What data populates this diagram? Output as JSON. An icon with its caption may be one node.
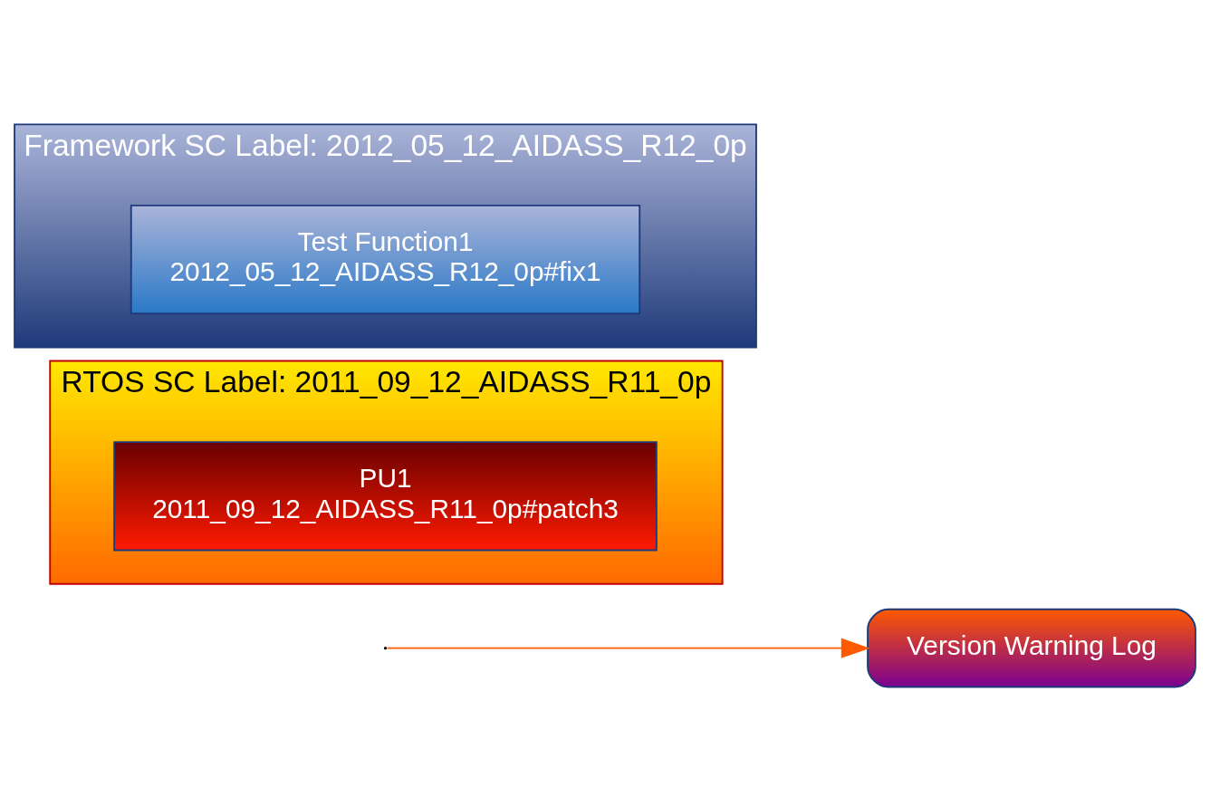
{
  "diagram": {
    "nodes": [
      {
        "text": [
          "Framework SC Label: 2012_05_12_AIDASS_R12_0p"
        ]
      },
      {
        "text": [
          "Test Function1",
          "2012_05_12_AIDASS_R12_0p#fix1"
        ],
        "in": 0
      },
      {
        "text": [
          "RTOS SC Label: 2011_09_12_AIDASS_R11_0p"
        ]
      },
      {
        "text": [
          "PU1",
          "2011_09_12_AIDASS_R11_0p#patch3"
        ],
        "in": 2
      },
      {
        "text": [
          "Version Warning Log"
        ]
      }
    ],
    "edges": [
      {
        "from": null,
        "to": 4,
        "arrow": "to"
      }
    ]
  }
}
